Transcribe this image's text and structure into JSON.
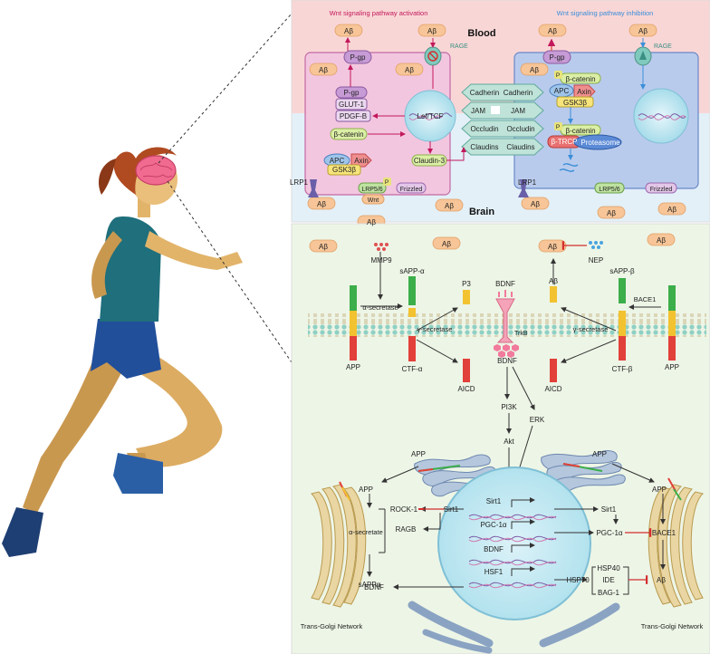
{
  "top_panel": {
    "title_blood": "Blood",
    "title_brain": "Brain",
    "activation_caption": "Wnt signaling pathway activation",
    "inhibition_caption": "Wnt signaling pathway inhibition",
    "abeta": "Aβ",
    "rage": "RAGE",
    "pgp": "P-gp",
    "glut1": "GLUT-1",
    "pdgfb": "PDGF-B",
    "lef_tcf": "Lef/TCF",
    "beta_catenin": "β-catenin",
    "claudin3": "Claudin-3",
    "apc": "APC",
    "axin": "Axin",
    "gsk3b": "GSK3β",
    "lrp1": "LRP1",
    "lrp56": "LRP5/6",
    "frizzled": "Frizzled",
    "wnt": "Wnt",
    "p": "P",
    "b_trcp": "β-TRCP",
    "proteasome": "Proteasome",
    "junctions": [
      {
        "left": "Cadherin",
        "right": "Cadherin"
      },
      {
        "left": "JAM",
        "right": "JAM"
      },
      {
        "left": "Occludin",
        "right": "Occludin"
      },
      {
        "left": "Claudins",
        "right": "Claudins"
      }
    ]
  },
  "bottom_panel": {
    "abeta": "Aβ",
    "mmp9": "MMP9",
    "nep": "NEP",
    "sapp_alpha": "sAPP-α",
    "sapp_beta": "sAPP-β",
    "alpha_secretase": "α-secretase",
    "gamma_secretase": "γ-secretase",
    "bace1": "BACE1",
    "p3": "P3",
    "bdnf": "BDNF",
    "trkb": "TrkB",
    "app": "APP",
    "ctf_alpha": "CTF-α",
    "ctf_beta": "CTF-β",
    "aicd": "AICD",
    "pi3k": "PI3K",
    "erk": "ERK",
    "akt": "Akt",
    "rock1": "ROCK-1",
    "sirt1": "Sirt1",
    "ragb": "RAGB",
    "pgc1a": "PGC-1α",
    "hsf1": "HSF1",
    "hsp70": "HSP70",
    "hsp40": "HSP40",
    "ide": "IDE",
    "bag1": "BAG-1",
    "alpha_secretate": "α-secretate",
    "sappa": "sAPPα",
    "golgi": "Trans-Golgi Network"
  }
}
